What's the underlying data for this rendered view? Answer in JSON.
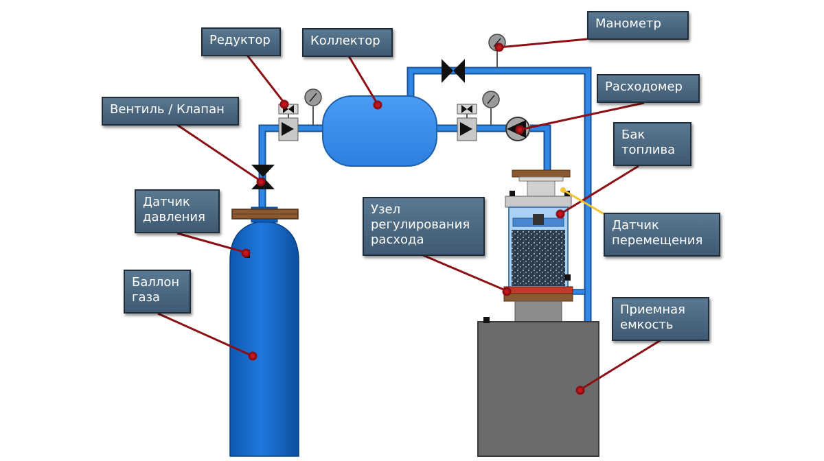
{
  "labels": {
    "manometer": "Манометр",
    "reducer": "Редуктор",
    "collector": "Коллектор",
    "flowmeter": "Расходомер",
    "valve": "Вентиль / Клапан",
    "fuel_tank": "Бак\nтоплива",
    "pressure_sensor": "Датчик\nдавления",
    "flow_regulator": "Узел\nрегулирования\nрасхода",
    "displacement_sensor": "Датчик\nперемещения",
    "gas_cylinder": "Баллон\nгаза",
    "receiver": "Приемная\nемкость"
  },
  "colors": {
    "pipe": "#2f88e6",
    "cylinder": "#1366c9",
    "collector": "#3b8ff0",
    "receiver": "#6b6b6b",
    "leader": "#8b0f14",
    "label_bg": "#4a6780",
    "flange": "#8a5a32",
    "displacement_line": "#f1c232"
  }
}
